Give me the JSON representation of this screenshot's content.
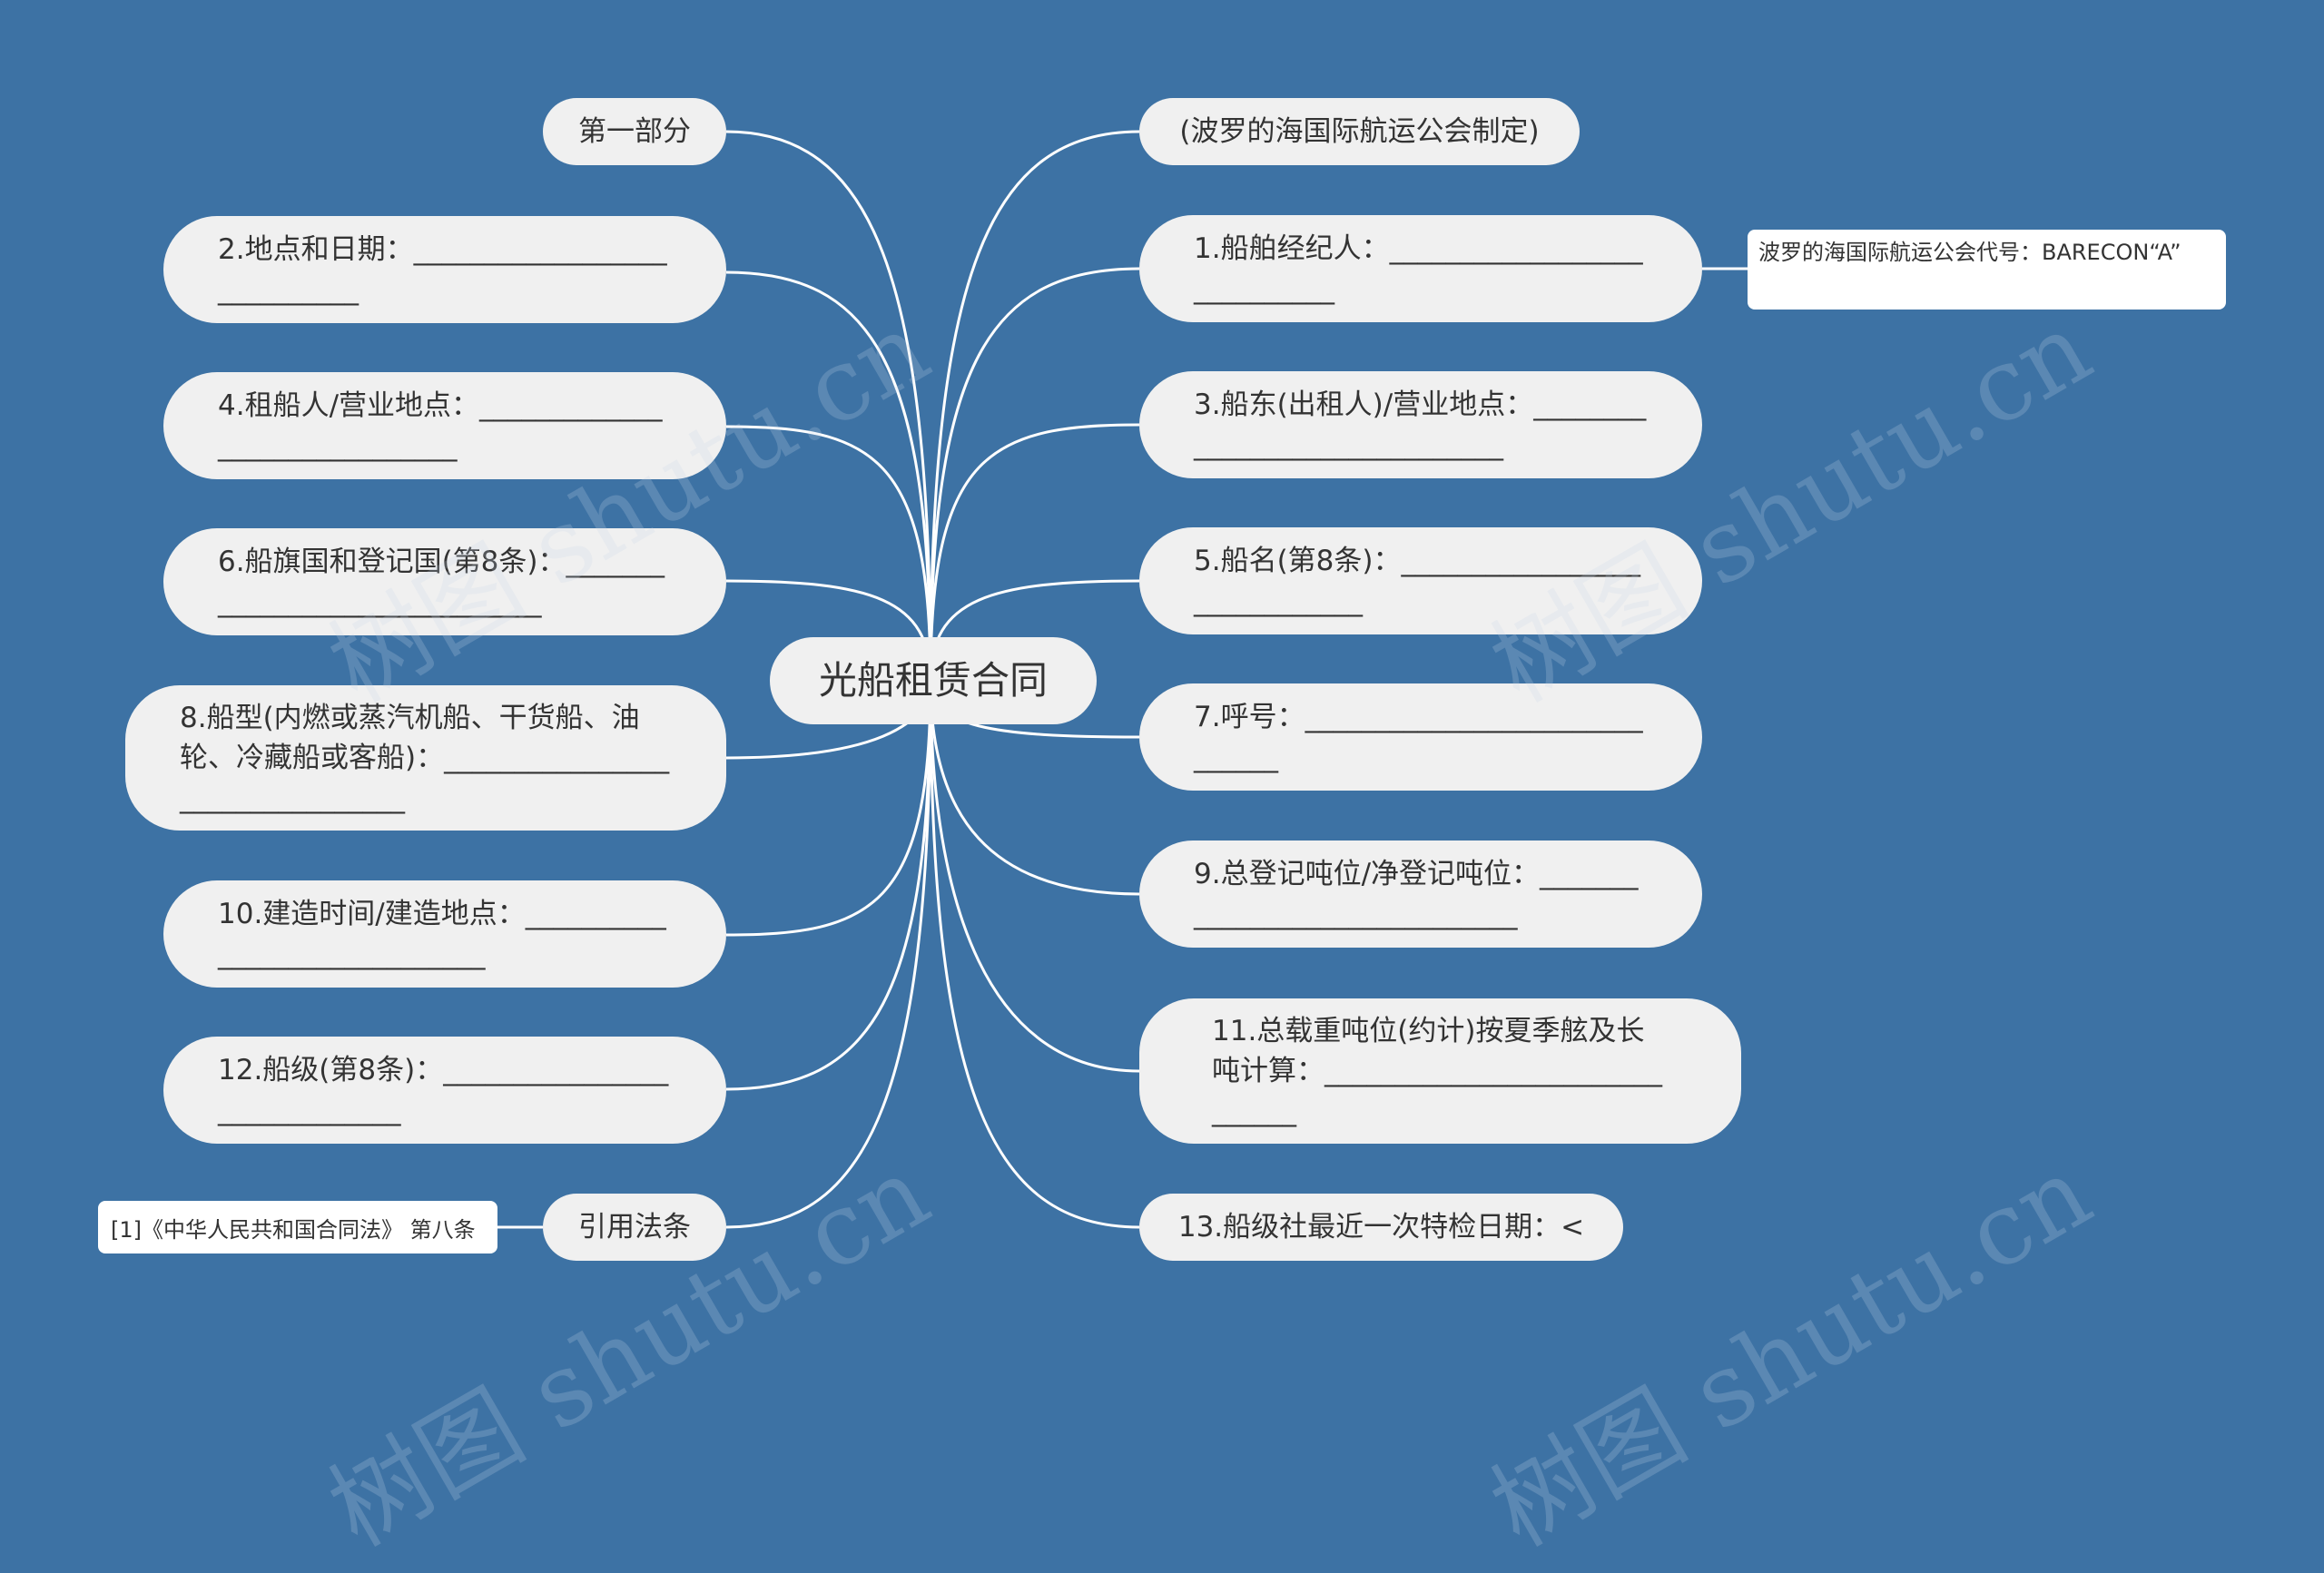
{
  "center": {
    "text": "光船租赁合同"
  },
  "left_nodes": [
    {
      "id": "L0",
      "text": "第一部分"
    },
    {
      "id": "L1",
      "text": "2.地点和日期：____________________________"
    },
    {
      "id": "L2",
      "text": "4.租船人/营业地点：______________________________"
    },
    {
      "id": "L3",
      "text": "6.船旗国和登记国(第8条)：______________________________"
    },
    {
      "id": "L4",
      "text": "8.船型(内燃或蒸汽机船、干货船、油轮、冷藏船或客船)：________________________________"
    },
    {
      "id": "L5",
      "text": "10.建造时间/建造地点：_____________________________"
    },
    {
      "id": "L6",
      "text": "12.船级(第8条)：_____________________________"
    },
    {
      "id": "L7",
      "text": "引用法条"
    }
  ],
  "right_nodes": [
    {
      "id": "R0",
      "text": "(波罗的海国际航运公会制定)"
    },
    {
      "id": "R1",
      "text": "1.船舶经纪人：____________________________"
    },
    {
      "id": "R2",
      "text": "3.船东(出租人)/营业地点：______________________________"
    },
    {
      "id": "R3",
      "text": "5.船名(第8条)：_____________________________"
    },
    {
      "id": "R4",
      "text": "7.呼号：______________________________"
    },
    {
      "id": "R5",
      "text": "9.总登记吨位/净登记吨位：______________________________"
    },
    {
      "id": "R6",
      "text": "11.总载重吨位(约计)按夏季舷及长吨计算：______________________________"
    },
    {
      "id": "R7",
      "text": "13.船级社最近一次特检日期：<"
    }
  ],
  "notes": {
    "barecon": "波罗的海国际航运公会代号：BARECON“A”",
    "law_ref": "[1]《中华人民共和国合同法》 第八条"
  },
  "watermark": "树图 shutu.cn",
  "colors": {
    "background": "#3d72a4",
    "node": "#f0f0f0",
    "link": "#ffffff"
  }
}
